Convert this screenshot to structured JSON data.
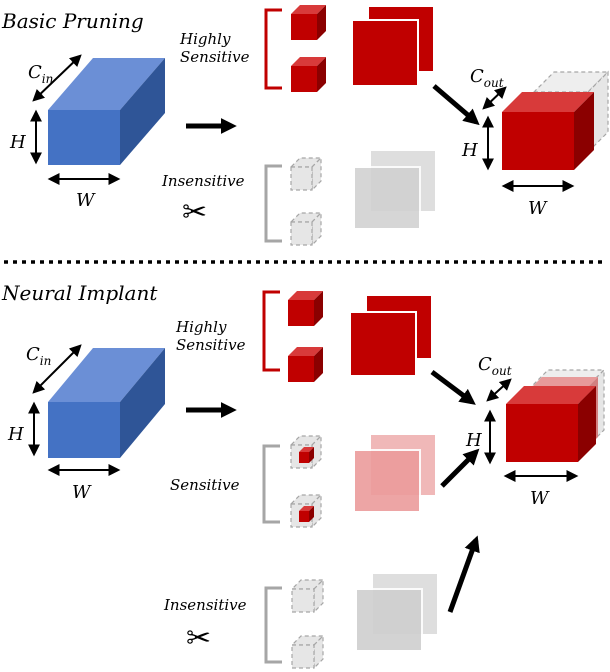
{
  "colors": {
    "blue_front": "#4472c4",
    "blue_top": "#6b8fd6",
    "blue_side": "#2f5597",
    "red_front": "#c00000",
    "red_top": "#d83a3a",
    "red_side": "#8b0000",
    "red_light": "#e07a7a",
    "gray_fill": "#d9d9d9",
    "gray_stroke": "#a6a6a6",
    "bracket_red": "#c00000",
    "bracket_gray": "#a6a6a6"
  },
  "top": {
    "title": "Basic Pruning",
    "highly_sensitive_line1": "Highly",
    "highly_sensitive_line2": "Sensitive",
    "insensitive": "Insensitive",
    "dim_c": "C",
    "dim_c_sub": "in",
    "dim_h": "H",
    "dim_w": "W",
    "out_c": "C",
    "out_c_sub": "out",
    "out_h": "H",
    "out_w": "W",
    "scissors_icon": "scissors-icon"
  },
  "bottom": {
    "title": "Neural Implant",
    "highly_sensitive_line1": "Highly",
    "highly_sensitive_line2": "Sensitive",
    "sensitive": "Sensitive",
    "insensitive": "Insensitive",
    "dim_c": "C",
    "dim_c_sub": "in",
    "dim_h": "H",
    "dim_w": "W",
    "out_c": "C",
    "out_c_sub": "out",
    "out_h": "H",
    "out_w": "W",
    "scissors_icon": "scissors-icon"
  }
}
